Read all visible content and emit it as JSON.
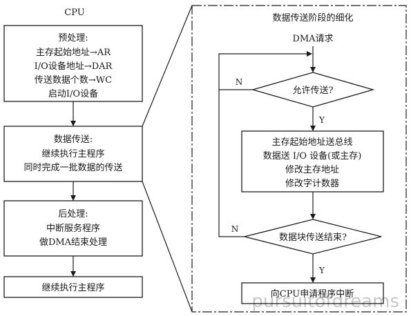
{
  "cpu_column": {
    "title": "CPU",
    "preprocess": {
      "heading": "预处理:",
      "lines": [
        "主存起始地址→AR",
        "I/O设备地址→DAR",
        "传送数据个数→WC",
        "启动I/O设备"
      ]
    },
    "transfer": {
      "heading": "数据传送:",
      "lines": [
        "继续执行主程序",
        "同时完成一批数据的传送"
      ]
    },
    "postprocess": {
      "heading": "后处理:",
      "lines": [
        "中断服务程序",
        "做DMA结束处理"
      ]
    },
    "continue_box": "继续执行主程序"
  },
  "detail_panel": {
    "title": "数据传送阶段的细化",
    "start": "DMA请求",
    "decision_allow": "允许传送?",
    "process_lines": [
      "主存起始地址送总线",
      "数据送 I/O 设备(或主存)",
      "修改主存地址",
      "修改字计数器"
    ],
    "decision_done": "数据块传送结束?",
    "end_box": "向CPU申请程序中断",
    "label_yes": "Y",
    "label_no": "N"
  },
  "watermark": "pursuitofdreams"
}
